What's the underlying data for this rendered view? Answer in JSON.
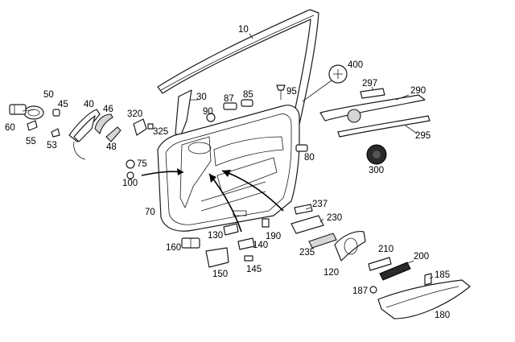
{
  "labels": [
    {
      "id": "10",
      "text": "10"
    },
    {
      "id": "30",
      "text": "30"
    },
    {
      "id": "40",
      "text": "40"
    },
    {
      "id": "45",
      "text": "45"
    },
    {
      "id": "46",
      "text": "46"
    },
    {
      "id": "48",
      "text": "48"
    },
    {
      "id": "50",
      "text": "50"
    },
    {
      "id": "53",
      "text": "53"
    },
    {
      "id": "55",
      "text": "55"
    },
    {
      "id": "60",
      "text": "60"
    },
    {
      "id": "70",
      "text": "70"
    },
    {
      "id": "75",
      "text": "75"
    },
    {
      "id": "80",
      "text": "80"
    },
    {
      "id": "85",
      "text": "85"
    },
    {
      "id": "87",
      "text": "87"
    },
    {
      "id": "90",
      "text": "90"
    },
    {
      "id": "95",
      "text": "95"
    },
    {
      "id": "100",
      "text": "100"
    },
    {
      "id": "120",
      "text": "120"
    },
    {
      "id": "130",
      "text": "130"
    },
    {
      "id": "140",
      "text": "140"
    },
    {
      "id": "145",
      "text": "145"
    },
    {
      "id": "150",
      "text": "150"
    },
    {
      "id": "160",
      "text": "160"
    },
    {
      "id": "180",
      "text": "180"
    },
    {
      "id": "185",
      "text": "185"
    },
    {
      "id": "187",
      "text": "187"
    },
    {
      "id": "190",
      "text": "190"
    },
    {
      "id": "200",
      "text": "200"
    },
    {
      "id": "210",
      "text": "210"
    },
    {
      "id": "230",
      "text": "230"
    },
    {
      "id": "235",
      "text": "235"
    },
    {
      "id": "237",
      "text": "237"
    },
    {
      "id": "290",
      "text": "290"
    },
    {
      "id": "295",
      "text": "295"
    },
    {
      "id": "297",
      "text": "297"
    },
    {
      "id": "300",
      "text": "300"
    },
    {
      "id": "320",
      "text": "320"
    },
    {
      "id": "325",
      "text": "325"
    },
    {
      "id": "400",
      "text": "400"
    }
  ]
}
